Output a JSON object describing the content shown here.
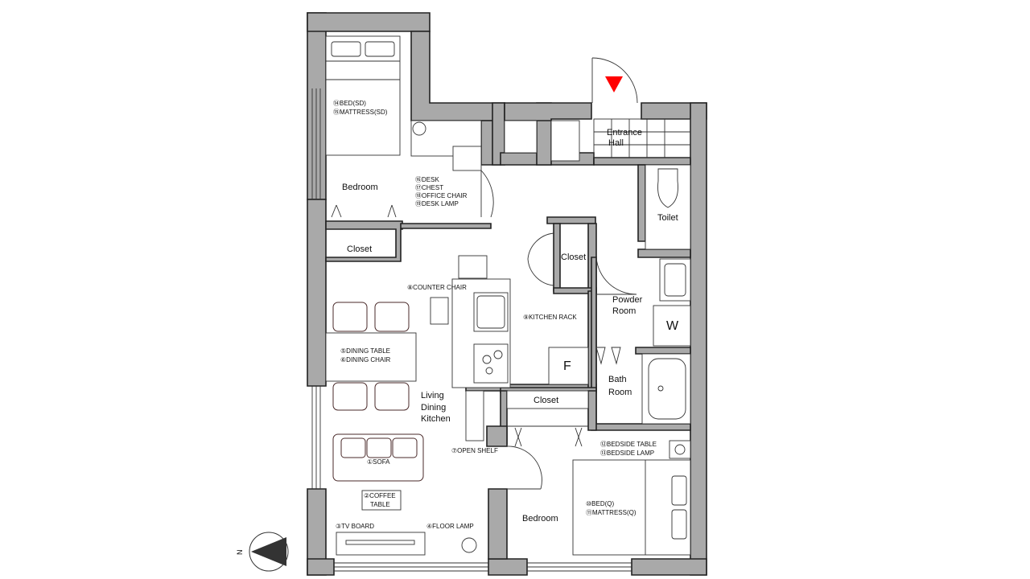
{
  "rooms": {
    "bedroom_1": "Bedroom",
    "closet_1": "Closet",
    "entrance_line1": "Entrance",
    "entrance_line2": "Hall",
    "toilet": "Toilet",
    "closet_2": "Closet",
    "powder_line1": "Powder",
    "powder_line2": "Room",
    "w_symbol": "W",
    "f_symbol": "F",
    "bath_line1": "Bath",
    "bath_line2": "Room",
    "closet_3": "Closet",
    "ldk_line1": "Living",
    "ldk_line2": "Dining",
    "ldk_line3": "Kitchen",
    "bedroom_2": "Bedroom"
  },
  "furniture": {
    "bed_sd": "⑭BED(SD)",
    "mattress_sd": "⑮MATTRESS(SD)",
    "desk": "⑯DESK",
    "chest": "⑰CHEST",
    "office_chair": "⑱OFFICE CHAIR",
    "desk_lamp": "⑲DESK LAMP",
    "counter_chair": "⑧COUNTER CHAIR",
    "kitchen_rack": "⑨KITCHEN RACK",
    "dining_table": "⑤DINING TABLE",
    "dining_chair": "⑥DINING CHAIR",
    "open_shelf": "⑦OPEN SHELF",
    "sofa": "①SOFA",
    "coffee_line1": "②COFFEE",
    "coffee_line2": "TABLE",
    "tv_board": "③TV BOARD",
    "floor_lamp": "④FLOOR LAMP",
    "bedside_table": "⑫BEDSIDE TABLE",
    "bedside_lamp": "⑬BEDSIDE LAMP",
    "bed_q": "⑩BED(Q)",
    "mattress_q": "⑪MATTRESS(Q)"
  },
  "compass": {
    "label": "N"
  },
  "colors": {
    "entrance_marker": "#ff0000",
    "wall_fill": "#a9a9a9",
    "furniture_stroke": "#4a2a2a"
  }
}
